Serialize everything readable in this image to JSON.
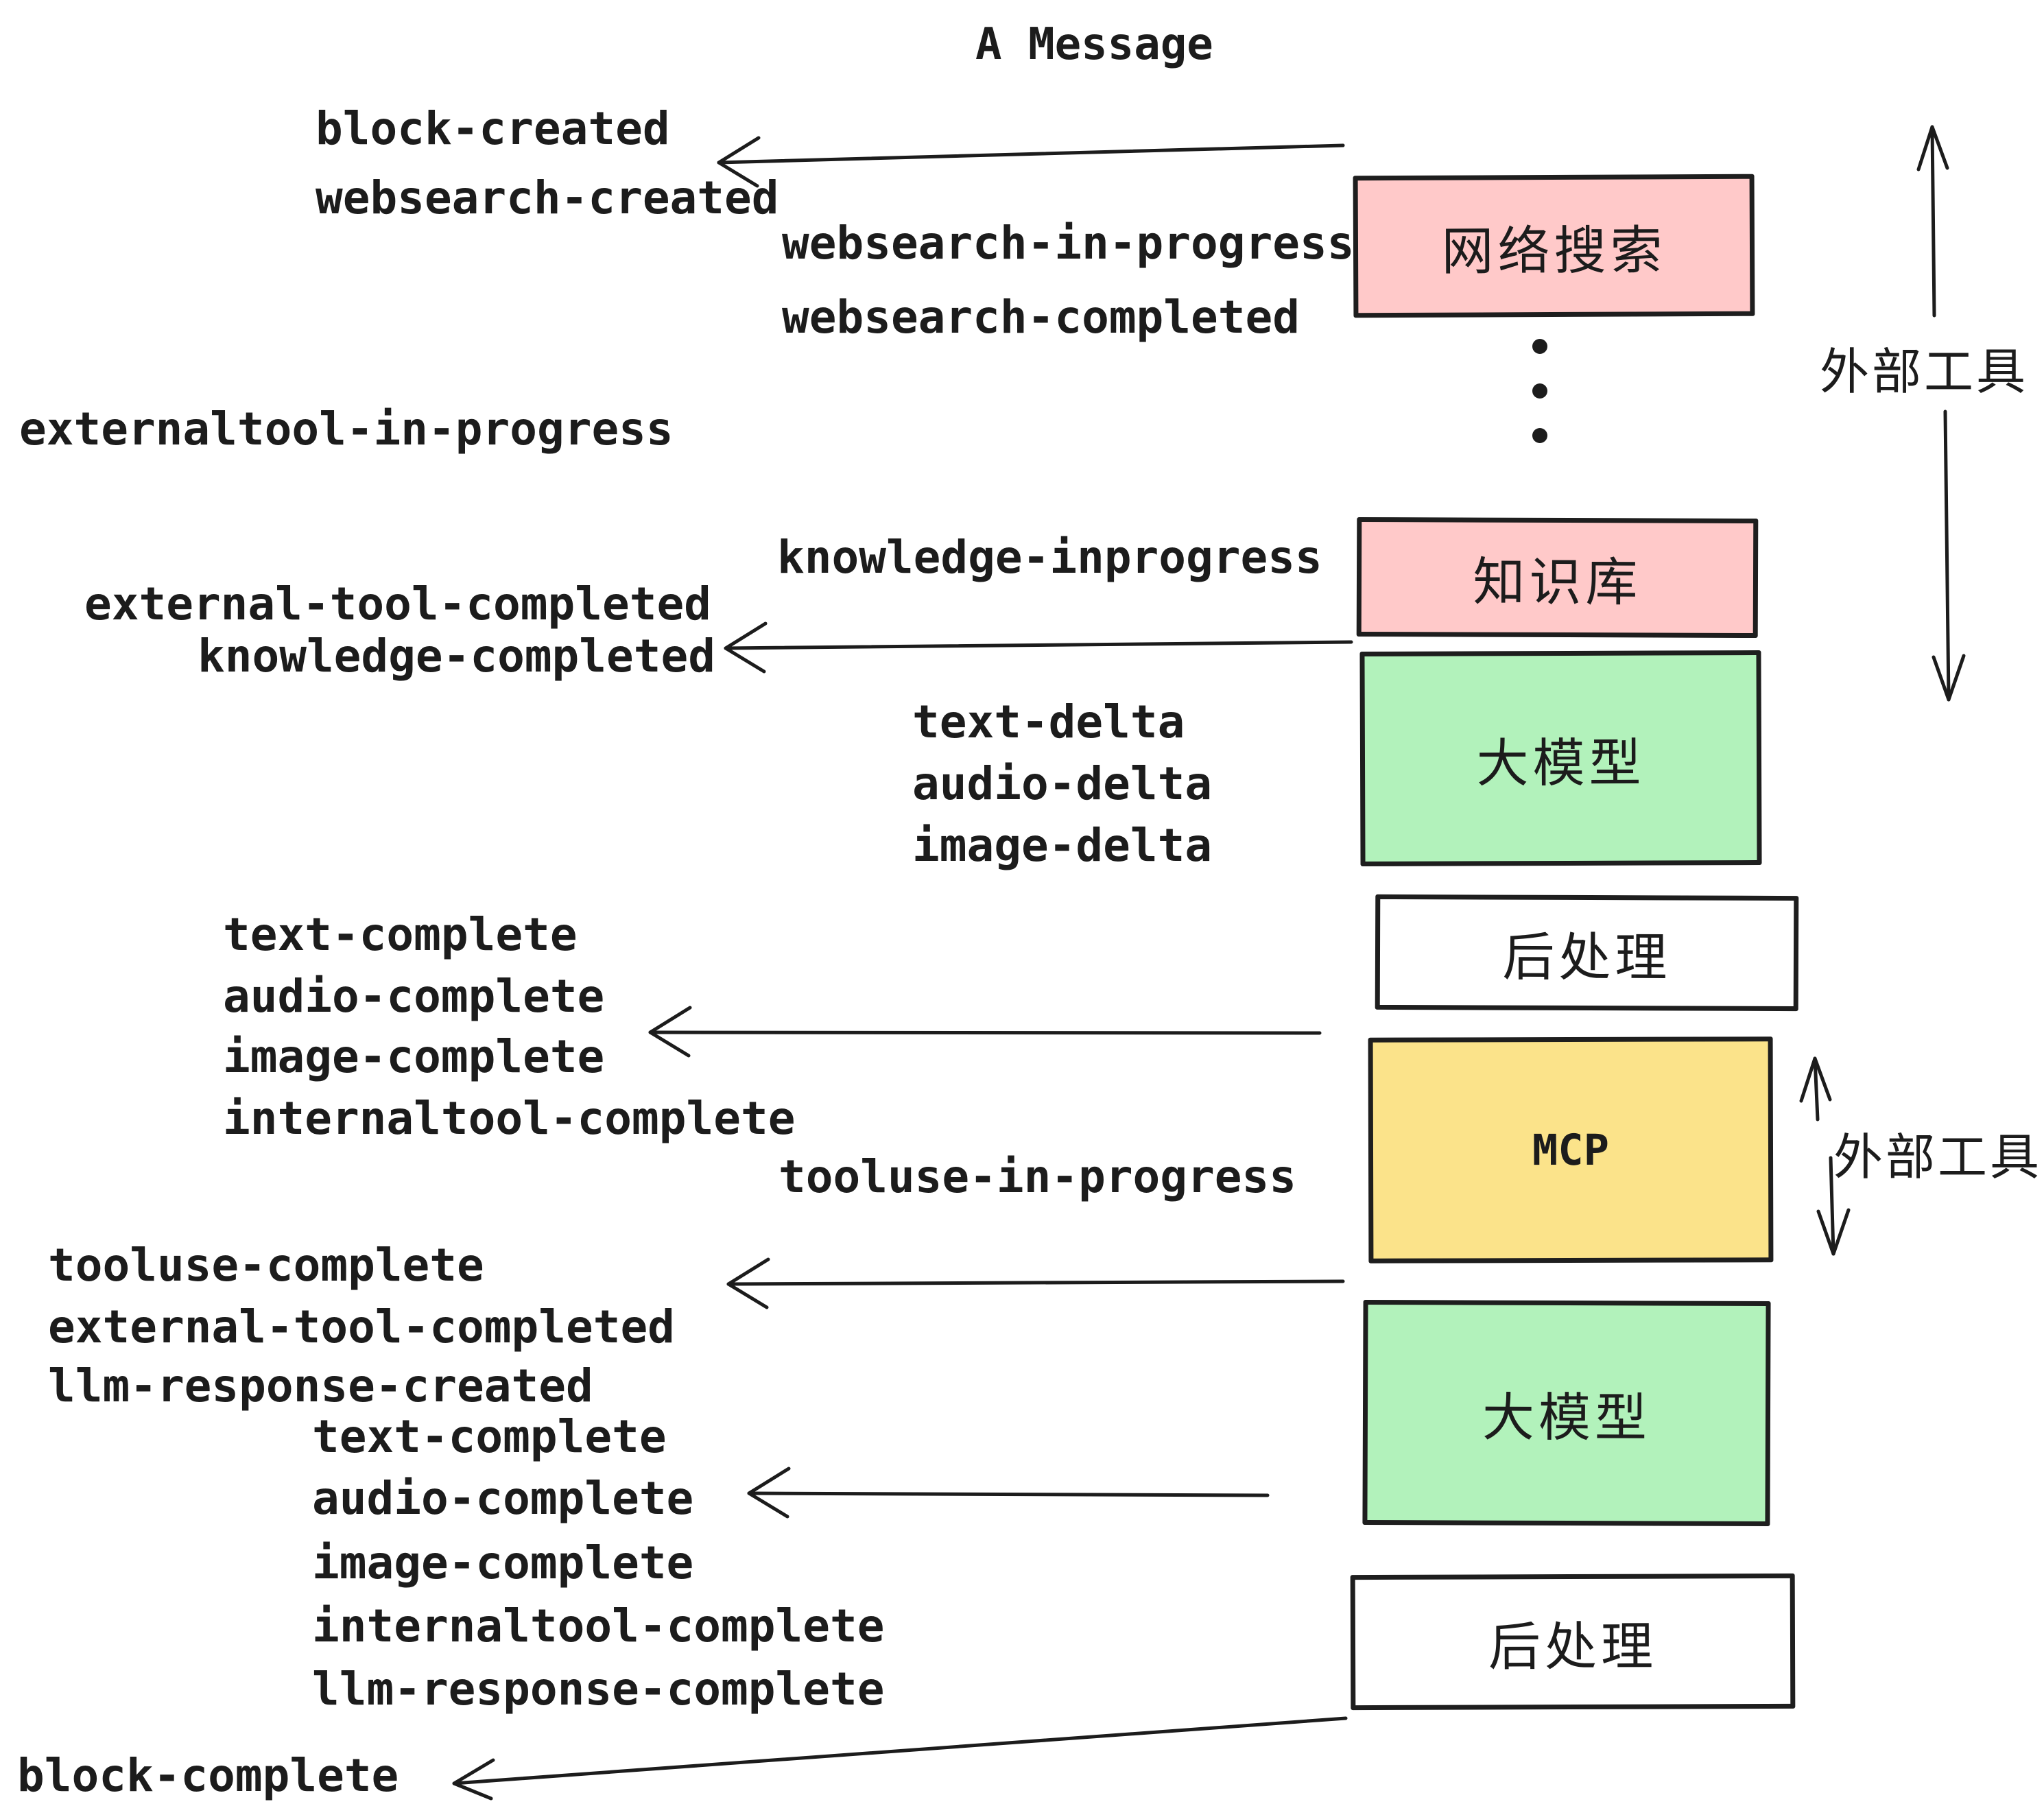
{
  "title": "A Message",
  "event_labels": [
    "block-created",
    "websearch-created",
    "websearch-in-progress",
    "websearch-completed",
    "externaltool-in-progress",
    "knowledge-inprogress",
    "external-tool-completed",
    "knowledge-completed",
    "text-delta",
    "audio-delta",
    "image-delta",
    "text-complete",
    "audio-complete",
    "image-complete",
    "internaltool-complete",
    "tooluse-in-progress",
    "tooluse-complete",
    "external-tool-completed",
    "llm-response-created",
    "text-complete",
    "audio-complete",
    "image-complete",
    "internaltool-complete",
    "llm-response-complete",
    "block-complete"
  ],
  "boxes": [
    {
      "id": "websearch",
      "label": "网络搜索",
      "fill": "#ffc9c9"
    },
    {
      "id": "knowledge",
      "label": "知识库",
      "fill": "#ffc9c9"
    },
    {
      "id": "llm-1",
      "label": "大模型",
      "fill": "#b2f2bb"
    },
    {
      "id": "post-1",
      "label": "后处理",
      "fill": "#ffffff"
    },
    {
      "id": "mcp",
      "label": "MCP",
      "fill": "#fbe38a"
    },
    {
      "id": "llm-2",
      "label": "大模型",
      "fill": "#b2f2bb"
    },
    {
      "id": "post-2",
      "label": "后处理",
      "fill": "#ffffff"
    }
  ],
  "side_labels": [
    "外部工具",
    "外部工具"
  ],
  "colors": {
    "stroke": "#1c1c1c",
    "box_pink": "#ffc9c9",
    "box_green": "#b2f2bb",
    "box_yellow": "#fbe38a",
    "box_white": "#ffffff"
  }
}
